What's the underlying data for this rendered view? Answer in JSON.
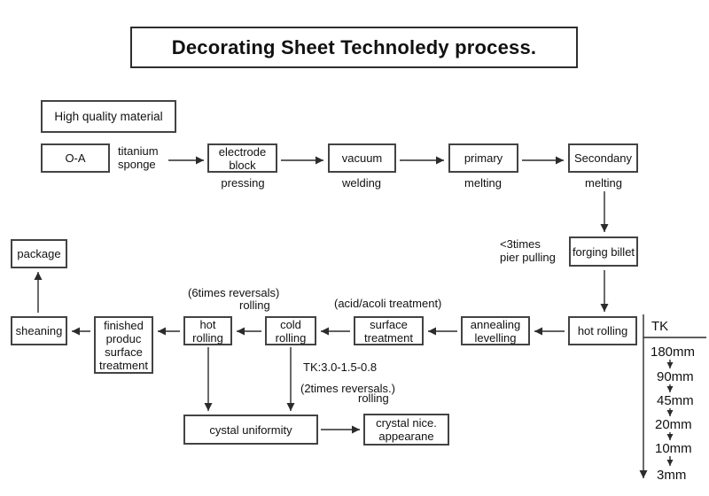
{
  "title": "Decorating Sheet Technoledy process.",
  "nodes": {
    "high_quality_material": "High quality material",
    "oa": "O-A",
    "electrode_block": "electrode\nblock",
    "vacuum": "vacuum",
    "primary": "primary",
    "secondany": "Secondany",
    "forging_billet": "forging billet",
    "hot_rolling_right": "hot rolling",
    "annealing_levelling": "annealing\nlevelling",
    "surface_treatment": "surface\ntreatment",
    "cold_rolling": "cold\nrolling",
    "hot_rolling_left": "hot\nrolling",
    "finished_product": "finished\nproduc\nsurface\ntreatment",
    "sheaning": "sheaning",
    "package": "package",
    "cystal_uniformity": "cystal uniformity",
    "crystal_appearance": "crystal nice.\nappearane"
  },
  "labels": {
    "titanium_sponge": "titanium\nsponge",
    "pressing": "pressing",
    "welding": "welding",
    "melting_primary": "melting",
    "melting_secondary": "melting",
    "pier_pulling": "<3times\npier pulling",
    "six_times_reversals": "(6times reversals)",
    "six_times_rolling": "rolling",
    "acid_treatment": "(acid/acoli treatment)",
    "tk_spec": "TK:3.0-1.5-0.8",
    "two_times_reversals": "(2times reversals.)",
    "two_times_rolling": "rolling"
  },
  "thickness": {
    "header": "TK",
    "steps": [
      "180mm",
      "90mm",
      "45mm",
      "20mm",
      "10mm",
      "3mm"
    ]
  },
  "colors": {
    "line": "#2b2b2b",
    "box_border": "#434343",
    "text": "#111111",
    "background": "#ffffff"
  }
}
